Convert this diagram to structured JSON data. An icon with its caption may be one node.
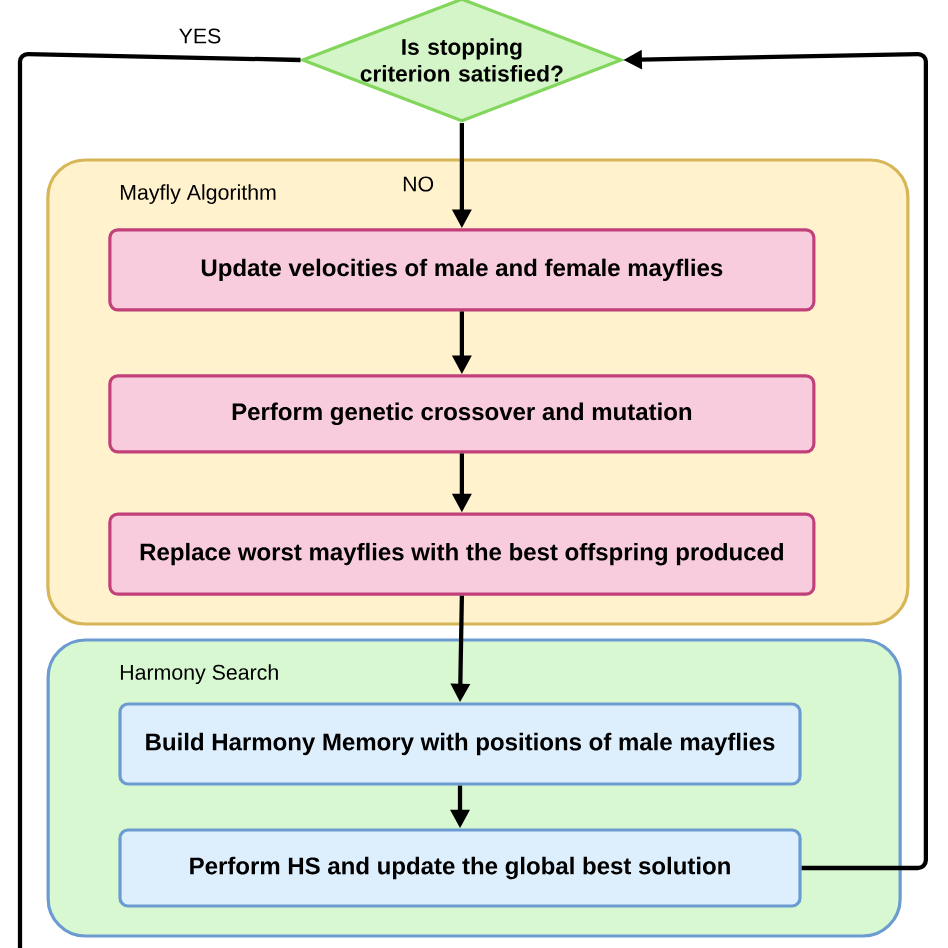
{
  "diagram": {
    "nodes": [
      {
        "text": [
          "Is stopping criterion satisfied?"
        ]
      },
      {
        "text": [
          "Mayfly Algorithm"
        ]
      },
      {
        "text": [
          "Update velocities of male and female mayflies"
        ],
        "in": 1
      },
      {
        "text": [
          "Perform genetic crossover and mutation"
        ],
        "in": 1
      },
      {
        "text": [
          "Replace worst mayflies with the best offspring produced"
        ],
        "in": 1
      },
      {
        "text": [
          "Harmony Search"
        ]
      },
      {
        "text": [
          "Build Harmony Memory with positions of male mayflies"
        ],
        "in": 5
      },
      {
        "text": [
          "Perform HS and update the global best solution"
        ],
        "in": 5
      }
    ],
    "edges": [
      {
        "from": 0,
        "to": 2,
        "arrow": "to",
        "label": "NO"
      },
      {
        "from": 2,
        "to": 3,
        "arrow": "to"
      },
      {
        "from": 3,
        "to": 4,
        "arrow": "to"
      },
      {
        "from": 4,
        "to": 6,
        "arrow": "to"
      },
      {
        "from": 6,
        "to": 7,
        "arrow": "to"
      },
      {
        "from": 7,
        "to": 0,
        "arrow": "to"
      },
      {
        "from": 0,
        "to": null,
        "arrow": "none",
        "label": "YES"
      }
    ]
  }
}
